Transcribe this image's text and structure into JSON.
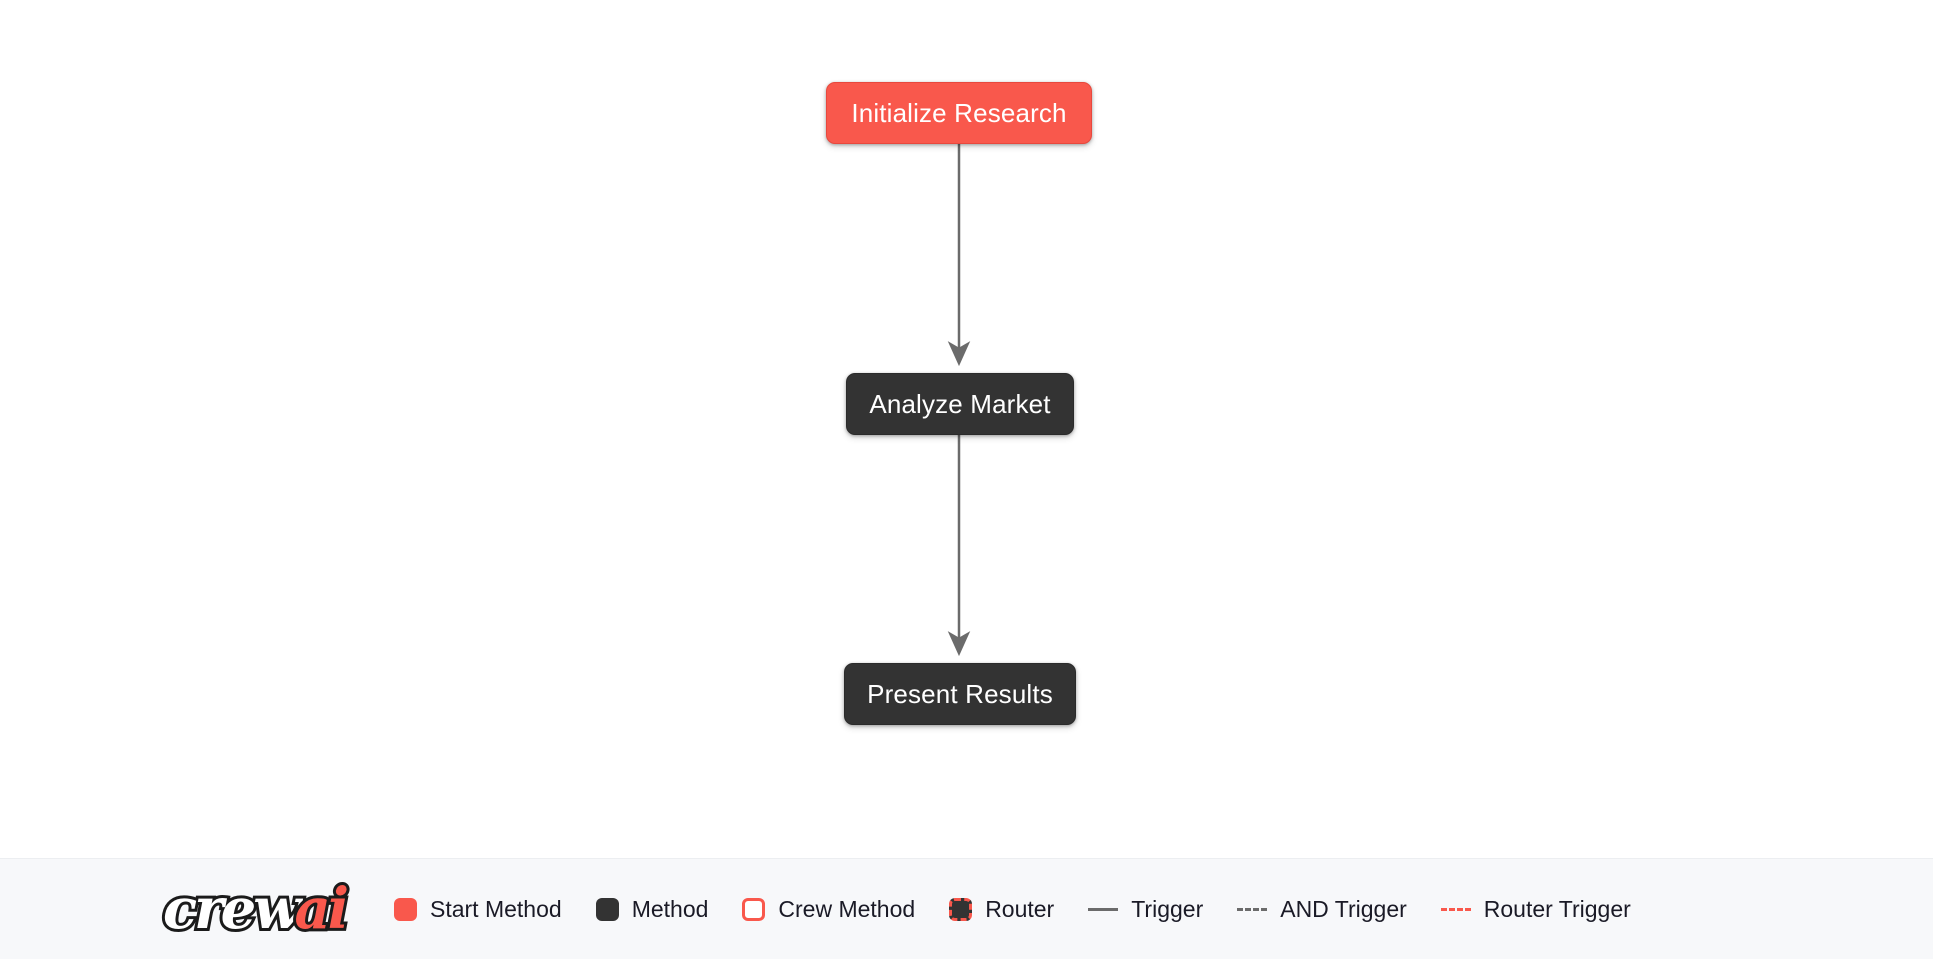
{
  "canvas": {
    "background": "#ffffff",
    "nodes": [
      {
        "id": "initialize-research",
        "label": "Initialize Research",
        "type": "start-method",
        "color": "#f9584c"
      },
      {
        "id": "analyze-market",
        "label": "Analyze Market",
        "type": "method",
        "color": "#333333"
      },
      {
        "id": "present-results",
        "label": "Present Results",
        "type": "method",
        "color": "#333333"
      }
    ],
    "edges": [
      {
        "from": "initialize-research",
        "to": "analyze-market",
        "style": "trigger",
        "color": "#6b6b6b"
      },
      {
        "from": "analyze-market",
        "to": "present-results",
        "style": "trigger",
        "color": "#6b6b6b"
      }
    ]
  },
  "legend": {
    "background": "#f7f8fa",
    "logo": {
      "name": "crewai-logo",
      "text_primary": "crew",
      "text_accent": "ai",
      "accent_color": "#f9584c"
    },
    "items": [
      {
        "key": "start-method",
        "label": "Start Method",
        "marker": "solid-square",
        "color": "#f9584c"
      },
      {
        "key": "method",
        "label": "Method",
        "marker": "solid-square",
        "color": "#333333"
      },
      {
        "key": "crew-method",
        "label": "Crew Method",
        "marker": "outlined-square",
        "color": "#f9584c"
      },
      {
        "key": "router",
        "label": "Router",
        "marker": "dashed-outline-square",
        "color": "#f9584c"
      },
      {
        "key": "trigger",
        "label": "Trigger",
        "marker": "solid-line",
        "color": "#6b6b6b"
      },
      {
        "key": "and-trigger",
        "label": "AND Trigger",
        "marker": "dashed-line",
        "color": "#6b6b6b"
      },
      {
        "key": "router-trigger",
        "label": "Router Trigger",
        "marker": "dashed-line",
        "color": "#f9584c"
      }
    ]
  }
}
